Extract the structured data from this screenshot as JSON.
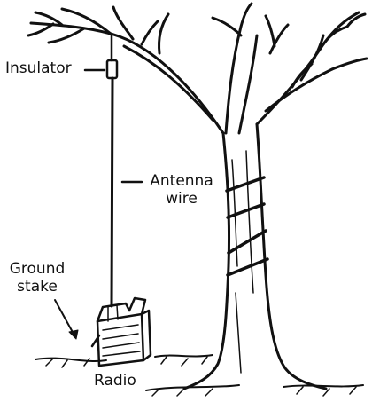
{
  "labels": {
    "insulator": "Insulator",
    "antenna_line1": "Antenna",
    "antenna_line2": "wire",
    "ground_line1": "Ground",
    "ground_line2": "stake",
    "radio": "Radio"
  },
  "colors": {
    "ink": "#111111",
    "background": "#ffffff"
  }
}
